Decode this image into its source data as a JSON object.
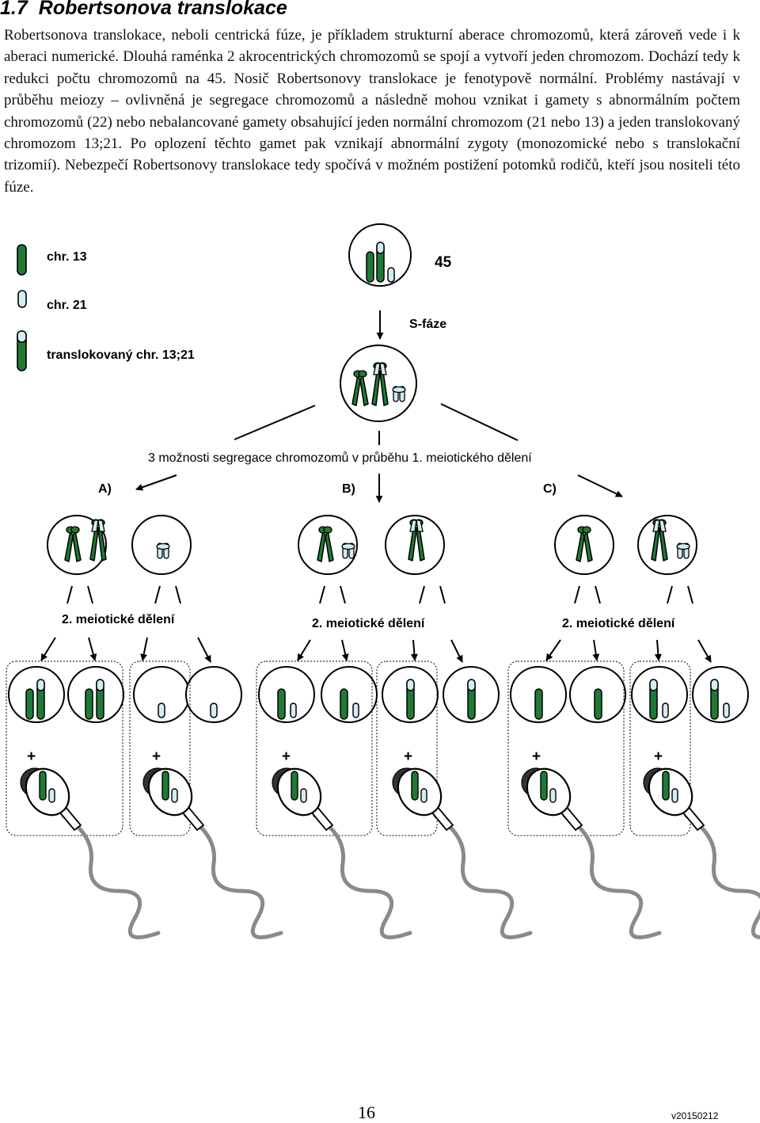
{
  "section": {
    "number": "1.7",
    "title": "Robertsonova translokace",
    "paragraph": "Robertsonova translokace, neboli centrická fúze, je příkladem strukturní aberace chromozomů, která zároveň vede i k aberaci numerické. Dlouhá raménka 2 akrocentrických chromozomů se spojí a vytvoří jeden chromozom. Dochází tedy k redukci počtu chromozomů na 45. Nosič Robertsonovy translokace je fenotypově normální. Problémy nastávají v průběhu meiozy – ovlivněná je segregace chromozomů a následně mohou vznikat i gamety s abnormálním počtem chromozomů (22) nebo nebalancované gamety obsahující jeden normální chromozom (21 nebo 13) a jeden translokovaný chromozom 13;21. Po oplození těchto gamet pak vznikají abnormální zygoty (monozomické nebo s translokační trizomií). Nebezpečí Robertsonovy translokace tedy spočívá v možném postižení potomků rodičů, kteří jsou nositeli této fúze."
  },
  "legend": {
    "chr13": "chr. 13",
    "chr21": "chr. 21",
    "translocated": "translokovaný chr. 13;21"
  },
  "diagram": {
    "count_label": "45",
    "s_phase": "S-fáze",
    "segregation_caption": "3 možnosti segregace chromozomů v průběhu 1. meiotického dělení",
    "options": [
      "A)",
      "B)",
      "C)"
    ],
    "second_division": "2. meiotické dělení",
    "fertilization_sign": "+"
  },
  "colors": {
    "chr13": "#1e7a34",
    "chr21": "#d4ecf3",
    "outline": "#000000",
    "sperm_tail": "#8a8a8a"
  },
  "footer": {
    "page_number": "16",
    "version": "v20150212"
  }
}
